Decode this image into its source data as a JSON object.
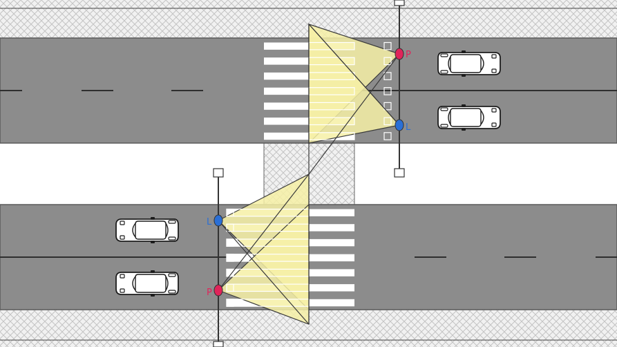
{
  "colors": {
    "road": "#8c8c8c",
    "road_edge": "#5a5a5a",
    "sidewalk": "#f1f1f1",
    "hatch": "#c4c4c4",
    "median": "#ffffff",
    "stripe": "#ffffff",
    "lane_mark": "#2e2e2e",
    "light_cone_fill": "#f6f0a6",
    "light_cone_stroke": "#3a3a3a",
    "lamp_p": "#e0245a",
    "lamp_l": "#2a6fd6",
    "pole": "#333333",
    "car_body": "#ffffff",
    "car_outline": "#1c1c1c"
  },
  "lamps": [
    {
      "id": "top-right-p",
      "label": "P"
    },
    {
      "id": "top-right-l",
      "label": "L"
    },
    {
      "id": "bottom-left-l",
      "label": "L"
    },
    {
      "id": "bottom-left-p",
      "label": "P"
    }
  ],
  "cars": [
    {
      "id": "car-top-1",
      "heading": "left"
    },
    {
      "id": "car-top-2",
      "heading": "left"
    },
    {
      "id": "car-bottom-1",
      "heading": "right"
    },
    {
      "id": "car-bottom-2",
      "heading": "right"
    }
  ]
}
